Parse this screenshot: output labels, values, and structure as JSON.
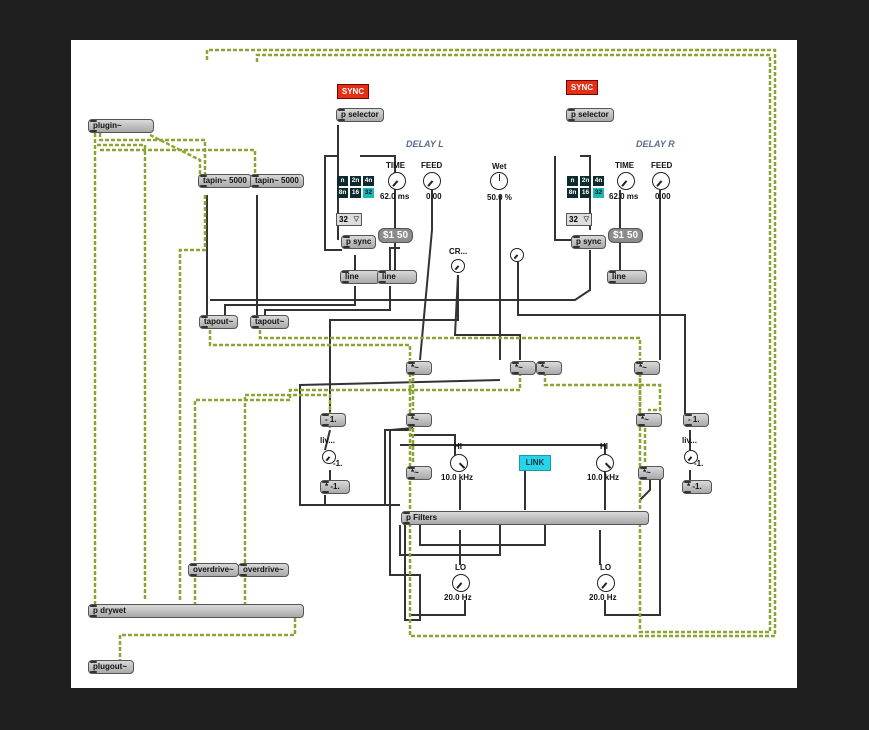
{
  "delay_l": {
    "title": "DELAY L",
    "sync": "SYNC",
    "selector": "p selector",
    "time_label": "TIME",
    "time_value": "62.0 ms",
    "feed_label": "FEED",
    "feed_value": "0.00",
    "grid": [
      "n",
      "2n",
      "4n",
      "8n",
      "16",
      "32"
    ],
    "menu_value": "32",
    "psync": "p sync",
    "msg": "$1 50",
    "line1": "line",
    "line2": "line"
  },
  "delay_r": {
    "title": "DELAY R",
    "sync": "SYNC",
    "selector": "p selector",
    "time_label": "TIME",
    "time_value": "62.0 ms",
    "feed_label": "FEED",
    "feed_value": "0.00",
    "grid": [
      "n",
      "2n",
      "4n",
      "8n",
      "16",
      "32"
    ],
    "menu_value": "32",
    "psync": "p sync",
    "msg": "$1 50",
    "line": "line"
  },
  "wet": {
    "label": "Wet",
    "value": "50.0 %"
  },
  "cross": {
    "label": "CR..."
  },
  "objects": {
    "plugin": "plugin~",
    "tapin1": "tapin~ 5000",
    "tapin2": "tapin~ 5000",
    "tapout1": "tapout~",
    "tapout2": "tapout~",
    "mult": "*~",
    "minus1": "- 1.",
    "minus1b": "- 1.",
    "mul_neg1": "* -1.",
    "mul_neg1b": "* -1.",
    "pfilters": "p Filters",
    "overdrive1": "overdrive~",
    "overdrive2": "overdrive~",
    "pdrywet": "p drywet",
    "plugout": "plugout~"
  },
  "live_l": {
    "label": "liv...",
    "value": "-1."
  },
  "live_r": {
    "label": "liv...",
    "value": "-1."
  },
  "filters": {
    "hi_l": {
      "label": "HI",
      "value": "10.0 kHz"
    },
    "hi_r": {
      "label": "HI",
      "value": "10.0 kHz"
    },
    "lo_l": {
      "label": "LO",
      "value": "20.0 Hz"
    },
    "lo_r": {
      "label": "LO",
      "value": "20.0 Hz"
    },
    "link": "LINK"
  },
  "colors": {
    "signal_wire": "#8aa632",
    "control_wire": "#1a1a1a",
    "sync": "#e53016",
    "link": "#27d4e8",
    "grid_on": "#1fb8b0"
  }
}
